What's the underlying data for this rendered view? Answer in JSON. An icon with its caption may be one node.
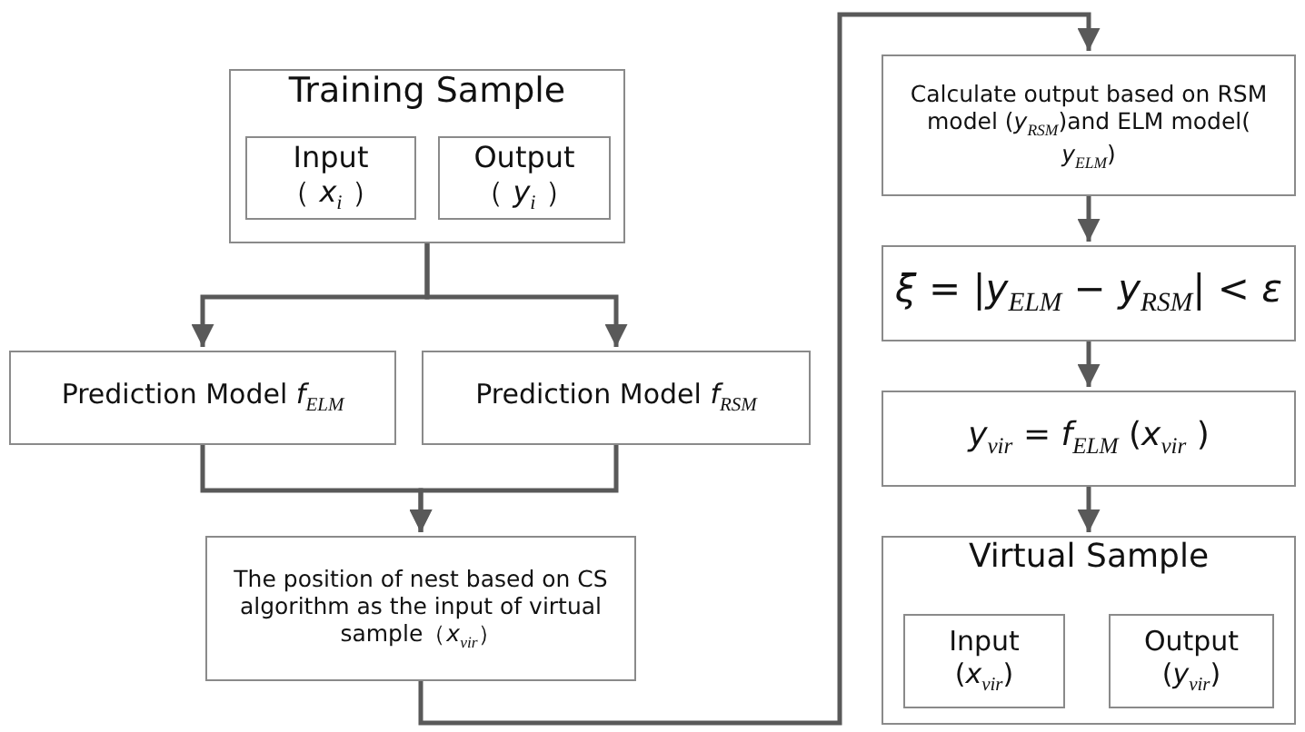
{
  "diagram": {
    "nodes": [
      {
        "text": [
          "Training Sample"
        ]
      },
      {
        "text": [
          "Input",
          "（ *x*$_{i}$ ）"
        ],
        "in": 0
      },
      {
        "text": [
          "Output",
          "（ *y*$_{i}$ ）"
        ],
        "in": 0
      },
      {
        "text": [
          "Prediction Model *f*$_{ELM}$"
        ]
      },
      {
        "text": [
          "Prediction Model *f*$_{RSM}$"
        ]
      },
      {
        "text": [
          "The position of nest based on CS algorithm as the input of virtual sample（*x*$_{vir}$）"
        ]
      },
      {
        "text": [
          "Calculate output based on RSM model (*y*$_{RSM}$)and ELM model( *y*$_{ELM}$)"
        ]
      },
      {
        "text": [
          "*ξ* = |*y*$_{ELM}$ − *y*$_{RSM}$| < *ε*"
        ]
      },
      {
        "text": [
          "*y*$_{vir}$ = *f*$_{ELM}$ (*x*$_{vir}$ )"
        ]
      },
      {
        "text": [
          "Virtual Sample"
        ]
      },
      {
        "text": [
          "Input",
          "(*x*$_{vir}$)"
        ],
        "in": 9
      },
      {
        "text": [
          "Output",
          "(*y*$_{vir}$)"
        ],
        "in": 9
      }
    ],
    "edges": [
      {
        "from": 0,
        "to": 3,
        "arrow": "to"
      },
      {
        "from": 0,
        "to": 4,
        "arrow": "to"
      },
      {
        "from": 3,
        "to": 5,
        "arrow": "to"
      },
      {
        "from": 4,
        "to": 5,
        "arrow": "to"
      },
      {
        "from": 5,
        "to": 6,
        "arrow": "to"
      },
      {
        "from": 6,
        "to": 7,
        "arrow": "to"
      },
      {
        "from": 7,
        "to": 8,
        "arrow": "to"
      },
      {
        "from": 8,
        "to": 9,
        "arrow": "to"
      }
    ]
  }
}
